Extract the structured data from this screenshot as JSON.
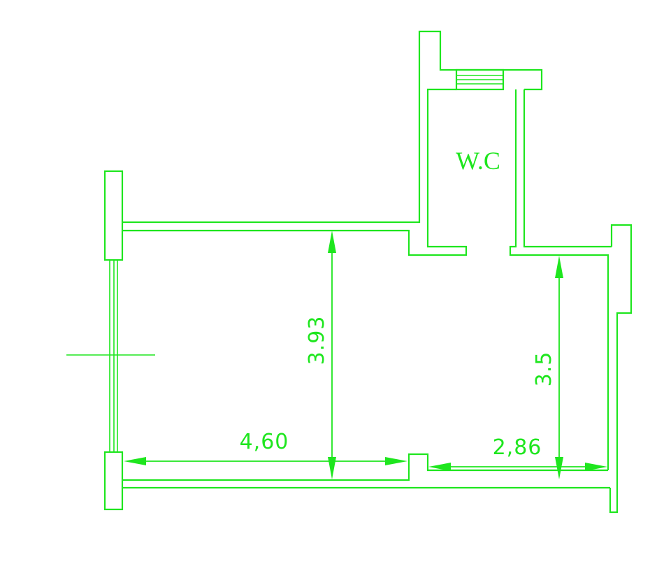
{
  "plan": {
    "room_label": "W.C",
    "dimensions": {
      "left_height": "3.93",
      "right_height": "3.5",
      "left_width": "4,60",
      "right_width": "2,86"
    },
    "color": "#1ee61e"
  }
}
